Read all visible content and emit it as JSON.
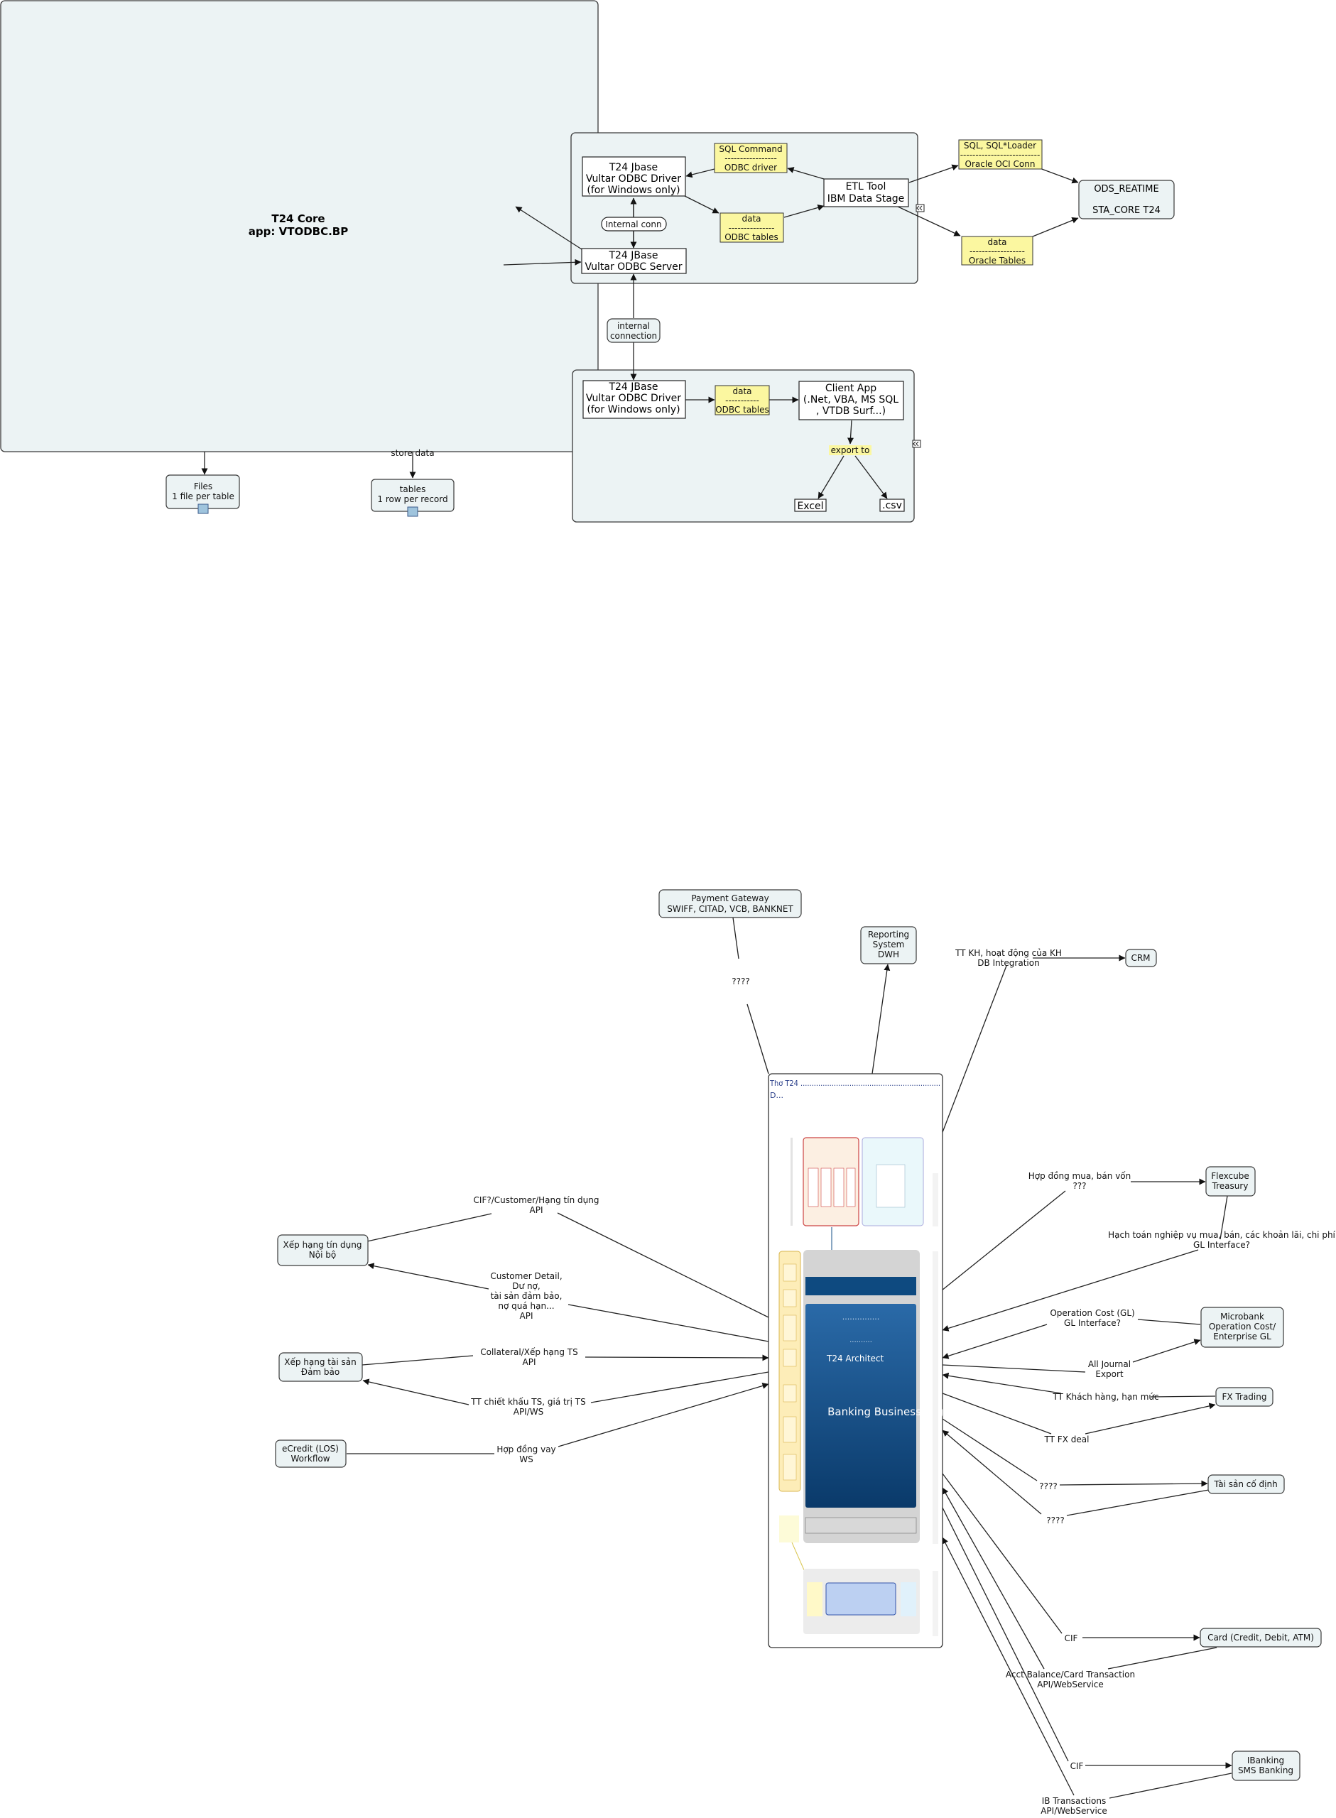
{
  "core": {
    "title": "T24 Core",
    "subtitle": "app: VTODBC.BP",
    "store_label": "store data",
    "files": [
      "Files",
      "1 file per table"
    ],
    "tables": [
      "tables",
      "1 row per record"
    ]
  },
  "etl_group": {
    "jbase_driver": [
      "T24 Jbase",
      "Vultar ODBC Driver",
      "(for Windows only)"
    ],
    "sql_command": [
      "SQL Command",
      "-----------------",
      "ODBC driver"
    ],
    "internal_conn": "Internal conn",
    "data_odbc": [
      "data",
      "---------------",
      "ODBC tables"
    ],
    "etl_tool": [
      "ETL Tool",
      "IBM Data Stage"
    ],
    "jbase_server": [
      "T24 JBase",
      "Vultar ODBC Server"
    ],
    "sql_loader": [
      "SQL, SQL*Loader",
      "--------------------------",
      "Oracle OCI Conn"
    ],
    "data_oracle": [
      "data",
      "------------------",
      "Oracle Tables"
    ],
    "ods": [
      "ODS_REATIME",
      "",
      "STA_CORE T24"
    ],
    "internal_connection": [
      "internal",
      "connection"
    ]
  },
  "client_group": {
    "jbase_driver": [
      "T24 JBase",
      "Vultar ODBC Driver",
      "(for Windows only)"
    ],
    "data_odbc": [
      "data",
      "-----------",
      "ODBC tables"
    ],
    "client_app": [
      "Client App",
      "(.Net, VBA, MS SQL",
      ", VTDB Surf...)"
    ],
    "export_to": "export to",
    "excel": "Excel",
    "csv": ".csv"
  },
  "integration": {
    "payment_gateway": [
      "Payment Gateway",
      "SWIFF, CITAD, VCB, BANKNET"
    ],
    "pg_edge": "????",
    "reporting": [
      "Reporting",
      "System",
      "DWH"
    ],
    "crm_edge": [
      "TT KH, hoạt động của KH",
      "DB Integration"
    ],
    "crm": "CRM",
    "flexcube_edge": [
      "Hợp đồng mua, bán vốn",
      "???"
    ],
    "flexcube": [
      "Flexcube",
      "Treasury"
    ],
    "flexcube_gl_edge": [
      "Hạch toán nghiệp vụ mua, bán, các khoản lãi, chi phí",
      "GL Interface?"
    ],
    "microbank_edge1": [
      "Operation Cost (GL)",
      "GL Interface?"
    ],
    "microbank": [
      "Microbank",
      "Operation Cost/",
      "Enterprise GL"
    ],
    "microbank_edge2": [
      "All Journal",
      "Export"
    ],
    "fx_edge1": "TT Khách hàng, hạn mức",
    "fx": "FX Trading",
    "fx_edge2": "TT FX deal",
    "tscd_edge1": "????",
    "tscd": "Tài sản cố định",
    "tscd_edge2": "????",
    "card_edge1": "CIF",
    "card": "Card (Credit, Debit, ATM)",
    "card_edge2": [
      "Acct Balance/Card Transaction",
      "API/WebService"
    ],
    "ib_edge1": "CIF",
    "ib": [
      "IBanking",
      "SMS Banking"
    ],
    "ib_edge2": [
      "IB Transactions",
      "API/WebService"
    ],
    "xhtd_edge1": [
      "CIF?/Customer/Hạng tín dụng",
      "API"
    ],
    "xhtd": [
      "Xếp hạng tín dụng",
      "Nội bộ"
    ],
    "xhtd_edge2": [
      "Customer Detail,",
      "Dư nợ,",
      "tài sản đảm bảo,",
      "nợ quá hạn...",
      "API"
    ],
    "xhts_edge1": [
      "Collateral/Xếp hạng TS",
      "API"
    ],
    "xhts": [
      "Xếp hạng tài sản",
      "Đảm bảo"
    ],
    "xhts_edge2": [
      "TT chiết khấu TS, giá trị TS",
      "API/WS"
    ],
    "ecredit": [
      "eCredit (LOS)",
      "Workflow"
    ],
    "ecredit_edge": [
      "Hợp đồng vay",
      "WS"
    ],
    "arch_label": "T24 Architect",
    "arch_center": "Banking Business Logic"
  }
}
